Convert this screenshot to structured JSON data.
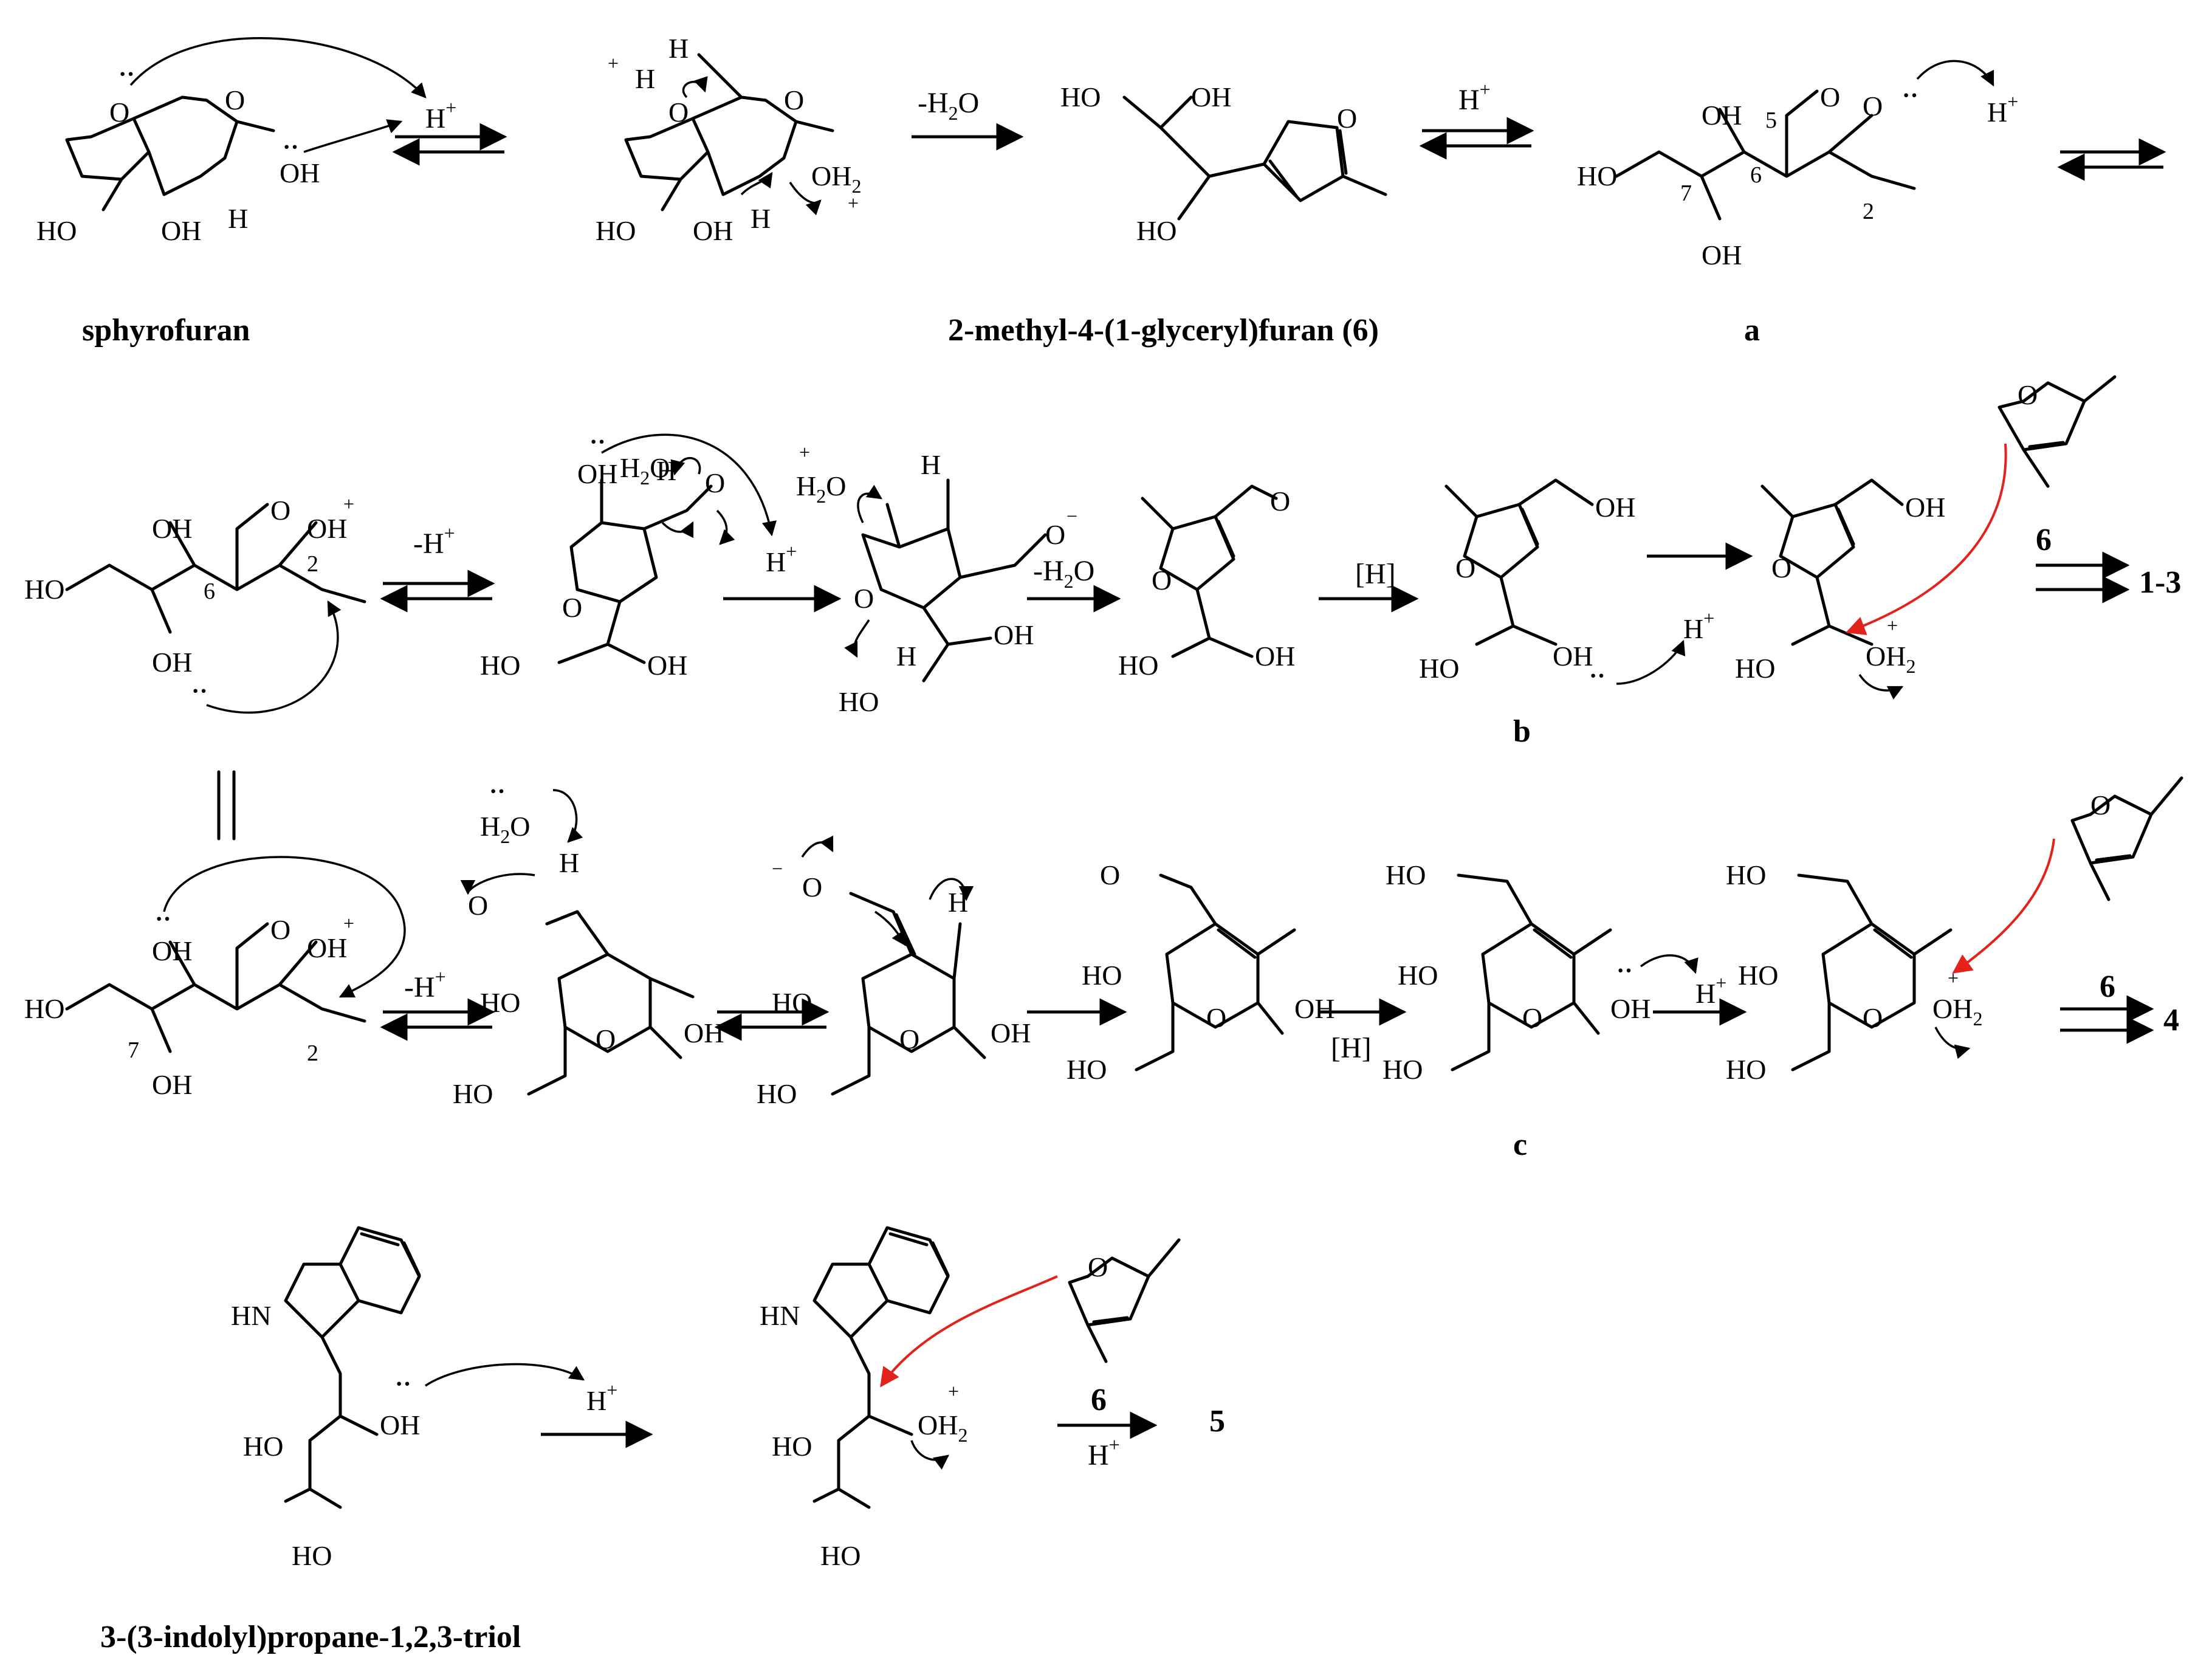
{
  "labels": {
    "sphyrofuran": "sphyrofuran",
    "furan6": "2-methyl-4-(1-glyceryl)furan (6)",
    "a": "a",
    "b": "b",
    "c": "c",
    "indolyl": "3-(3-indolyl)propane-1,2,3-triol"
  },
  "conditions": {
    "minus_h2o": "-H",
    "minus_h2o_sub": "2",
    "minus_h2o_tail": "O",
    "h_plus": "H",
    "plus": "+",
    "minus_h_plus": "-H",
    "reduction": "[H]",
    "ref6": "6"
  },
  "products": {
    "p13": "1-3",
    "p4": "4",
    "p5": "5"
  },
  "atoms": {
    "O": "O",
    "OH": "OH",
    "HO": "HO",
    "H": "H",
    "HN": "HN",
    "H2O": "H",
    "OH2": "OH",
    "sub2": "2",
    "minus": "−"
  },
  "numbering": {
    "c2": "2",
    "c5": "5",
    "c6": "6",
    "c7": "7"
  },
  "colors": {
    "bond": "#000000",
    "red_arrow": "#e3231b",
    "background": "#ffffff"
  }
}
